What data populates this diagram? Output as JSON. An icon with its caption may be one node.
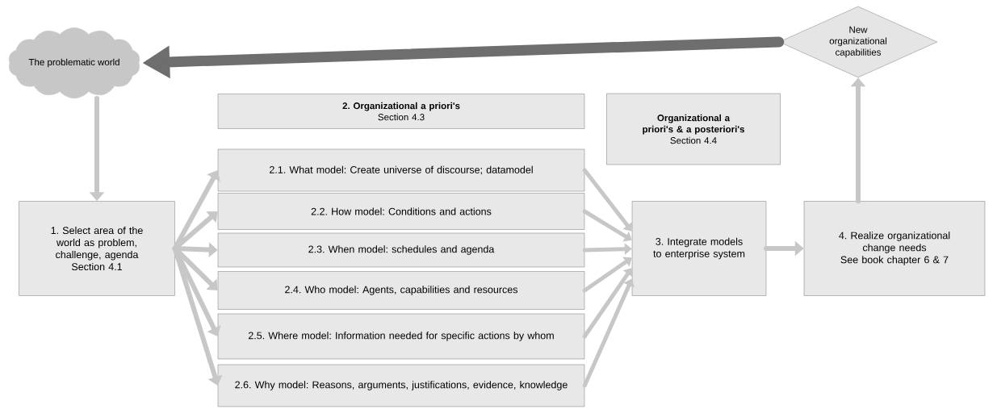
{
  "diagram": {
    "nodes": [
      {
        "text": [
          "The problematic world"
        ]
      },
      {
        "text": [
          "New organizational capabilities"
        ]
      },
      {
        "text": [
          "2. Organizational a priori's",
          "Section 4.3"
        ]
      },
      {
        "text": [
          "Organizational a priori's & a posteriori's",
          "Section 4.4"
        ]
      },
      {
        "text": [
          "1. Select area of the world as problem, challenge, agenda",
          "Section 4.1"
        ]
      },
      {
        "text": [
          "2.1. What model: Create universe of discourse; datamodel"
        ]
      },
      {
        "text": [
          "2.2. How model: Conditions and actions"
        ]
      },
      {
        "text": [
          "2.3. When model: schedules and agenda"
        ]
      },
      {
        "text": [
          "2.4. Who model: Agents, capabilities and resources"
        ]
      },
      {
        "text": [
          "2.5. Where model: Information needed for specific actions by whom"
        ]
      },
      {
        "text": [
          "2.6. Why model: Reasons, arguments, justifications, evidence, knowledge"
        ]
      },
      {
        "text": [
          "3. Integrate models to enterprise system"
        ]
      },
      {
        "text": [
          "4. Realize organizational change needs",
          "See book chapter 6 & 7"
        ]
      }
    ],
    "edges": [
      {
        "from": 1,
        "to": 0,
        "arrow": "to",
        "style": "thick",
        "color": "#6e6e6e"
      },
      {
        "from": 0,
        "to": 4,
        "arrow": "to"
      },
      {
        "from": 4,
        "to": 5,
        "arrow": "to"
      },
      {
        "from": 4,
        "to": 6,
        "arrow": "to"
      },
      {
        "from": 4,
        "to": 7,
        "arrow": "to"
      },
      {
        "from": 4,
        "to": 8,
        "arrow": "to"
      },
      {
        "from": 4,
        "to": 9,
        "arrow": "to"
      },
      {
        "from": 4,
        "to": 10,
        "arrow": "to"
      },
      {
        "from": 5,
        "to": 11,
        "arrow": "to"
      },
      {
        "from": 6,
        "to": 11,
        "arrow": "to"
      },
      {
        "from": 7,
        "to": 11,
        "arrow": "to"
      },
      {
        "from": 8,
        "to": 11,
        "arrow": "to"
      },
      {
        "from": 9,
        "to": 11,
        "arrow": "to"
      },
      {
        "from": 10,
        "to": 11,
        "arrow": "to"
      },
      {
        "from": 11,
        "to": 12,
        "arrow": "to"
      },
      {
        "from": 12,
        "to": 1,
        "arrow": "to"
      }
    ]
  }
}
